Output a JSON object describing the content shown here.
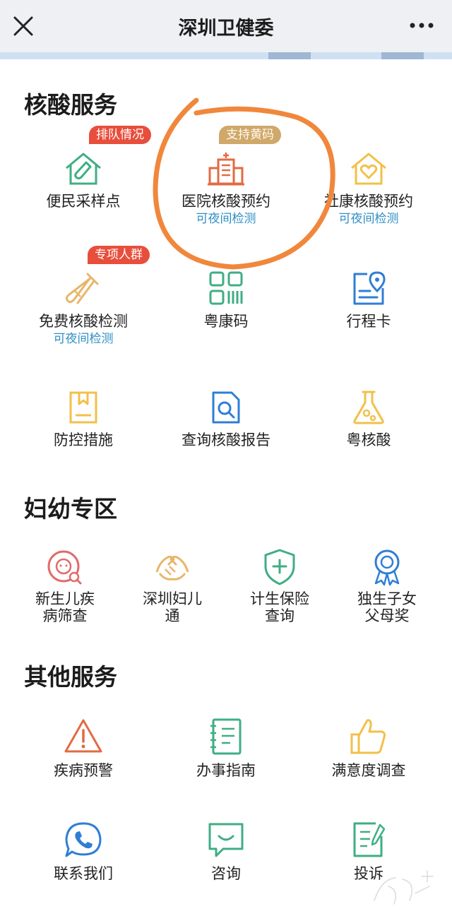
{
  "header": {
    "title": "深圳卫健委",
    "close_icon": "close-icon",
    "more_icon": "more-icon"
  },
  "colors": {
    "green": "#3fae84",
    "orange": "#e26b43",
    "yellow": "#f2c04a",
    "blue": "#2f7ed4",
    "badge_red": "#e84e3c",
    "badge_tan": "#cfa86a",
    "sub_blue": "#2f8fc4",
    "highlight": "#f0873c"
  },
  "sections": {
    "nucleic": {
      "title": "核酸服务",
      "items": [
        {
          "label": "便民采样点",
          "icon": "house-test-tube-icon",
          "badge": "排队情况"
        },
        {
          "label": "医院核酸预约",
          "icon": "hospital-icon",
          "badge": "支持黄码",
          "sub": "可夜间检测"
        },
        {
          "label": "社康核酸预约",
          "icon": "house-heart-icon",
          "sub": "可夜间检测"
        },
        {
          "label": "免费核酸检测",
          "icon": "test-tube-icon",
          "badge": "专项人群",
          "sub": "可夜间检测"
        },
        {
          "label": "粤康码",
          "icon": "qr-code-icon"
        },
        {
          "label": "行程卡",
          "icon": "location-card-icon"
        },
        {
          "label": "防控措施",
          "icon": "bookmark-document-icon"
        },
        {
          "label": "查询核酸报告",
          "icon": "search-report-icon"
        },
        {
          "label": "粤核酸",
          "icon": "flask-icon"
        }
      ]
    },
    "maternal": {
      "title": "妇幼专区",
      "items": [
        {
          "label": "新生儿疾病筛查",
          "icon": "baby-search-icon"
        },
        {
          "label": "深圳妇儿通",
          "icon": "holding-hands-icon"
        },
        {
          "label": "计生保险查询",
          "icon": "shield-plus-icon"
        },
        {
          "label": "独生子女父母奖",
          "icon": "award-ribbon-icon"
        }
      ]
    },
    "other": {
      "title": "其他服务",
      "items": [
        {
          "label": "疾病预警",
          "icon": "warning-icon"
        },
        {
          "label": "办事指南",
          "icon": "notebook-icon"
        },
        {
          "label": "满意度调查",
          "icon": "thumbs-up-icon"
        },
        {
          "label": "联系我们",
          "icon": "phone-chat-icon"
        },
        {
          "label": "咨询",
          "icon": "chat-icon"
        },
        {
          "label": "投诉",
          "icon": "edit-document-icon"
        }
      ]
    }
  }
}
